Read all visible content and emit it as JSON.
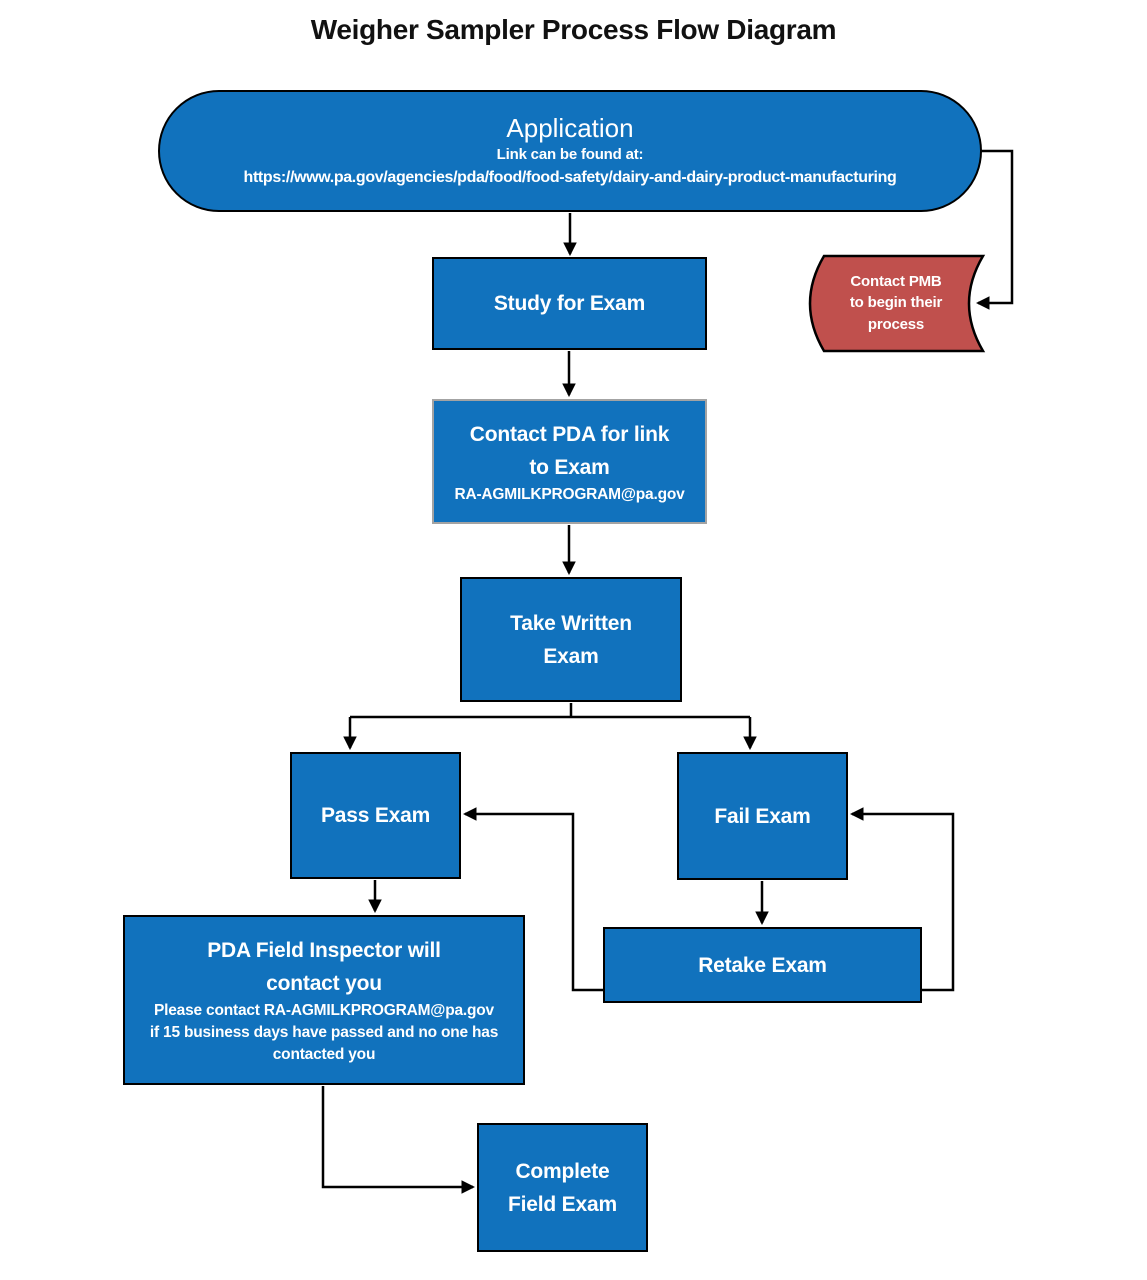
{
  "page": {
    "title": "Weigher Sampler Process Flow Diagram"
  },
  "colors": {
    "node_blue": "#1172BD",
    "node_red": "#C0504D",
    "connector": "#000000",
    "node_text": "#FFFFFF",
    "title_text": "#111111"
  },
  "nodes": {
    "application": {
      "shape": "terminator",
      "lines": [
        "Application",
        "Link can be found at:",
        "https://www.pa.gov/agencies/pda/food/food-safety/dairy-and-dairy-product-manufacturing"
      ]
    },
    "study_for_exam": {
      "shape": "process",
      "label": "Study for Exam"
    },
    "contact_pmb": {
      "shape": "stored-data",
      "lines": [
        "Contact PMB",
        "to begin their",
        "process"
      ]
    },
    "contact_pda": {
      "shape": "process",
      "lines": [
        "Contact PDA for link",
        "to Exam",
        "RA-AGMILKPROGRAM@pa.gov"
      ]
    },
    "take_written_exam": {
      "shape": "process",
      "lines": [
        "Take Written",
        "Exam"
      ]
    },
    "pass_exam": {
      "shape": "process",
      "label": "Pass Exam"
    },
    "fail_exam": {
      "shape": "process",
      "label": "Fail Exam"
    },
    "retake_exam": {
      "shape": "process",
      "label": "Retake Exam"
    },
    "pda_field_inspector": {
      "shape": "process",
      "lines": [
        "PDA Field Inspector will",
        "contact you",
        "Please contact RA-AGMILKPROGRAM@pa.gov",
        "if 15 business days have passed and no one has",
        "contacted you"
      ]
    },
    "complete_field_exam": {
      "shape": "process",
      "lines": [
        "Complete",
        "Field Exam"
      ]
    }
  }
}
